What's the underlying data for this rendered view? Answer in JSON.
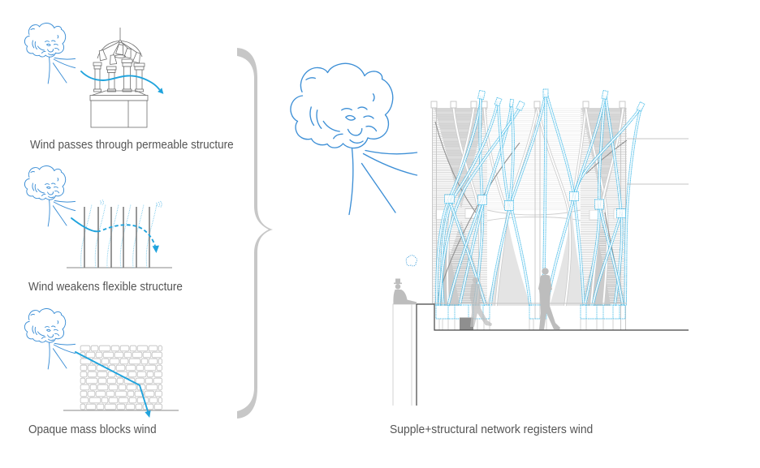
{
  "figure": {
    "wind_source_icon": "blowing-cloud",
    "connector_icon": "curly-brace",
    "left_panels": [
      {
        "caption": "Wind passes through permeable structure",
        "illustration": "domed-bell-tower"
      },
      {
        "caption": "Wind weakens flexible structure",
        "illustration": "flexible-posts"
      },
      {
        "caption": "Opaque mass blocks wind",
        "illustration": "stone-wall"
      }
    ],
    "main_panel": {
      "caption": "Supple+structural network registers wind",
      "illustration": "woven-strand-pavilion",
      "people": [
        "seated-person",
        "walking-person",
        "walking-person"
      ]
    }
  },
  "colors": {
    "caption_text": "#555555",
    "wind_cloud": "#3d8fd6",
    "wind_arrow": "#1fa3dd",
    "blue_strand": "#4cbde8",
    "structure_line": "#6e6e6e",
    "light_structure": "#cfcfcf",
    "hatch": "#8f8f8f",
    "brace": "#c7c7c7",
    "ground_line": "#444444",
    "figure_silhouette": "#bdbdbd"
  }
}
